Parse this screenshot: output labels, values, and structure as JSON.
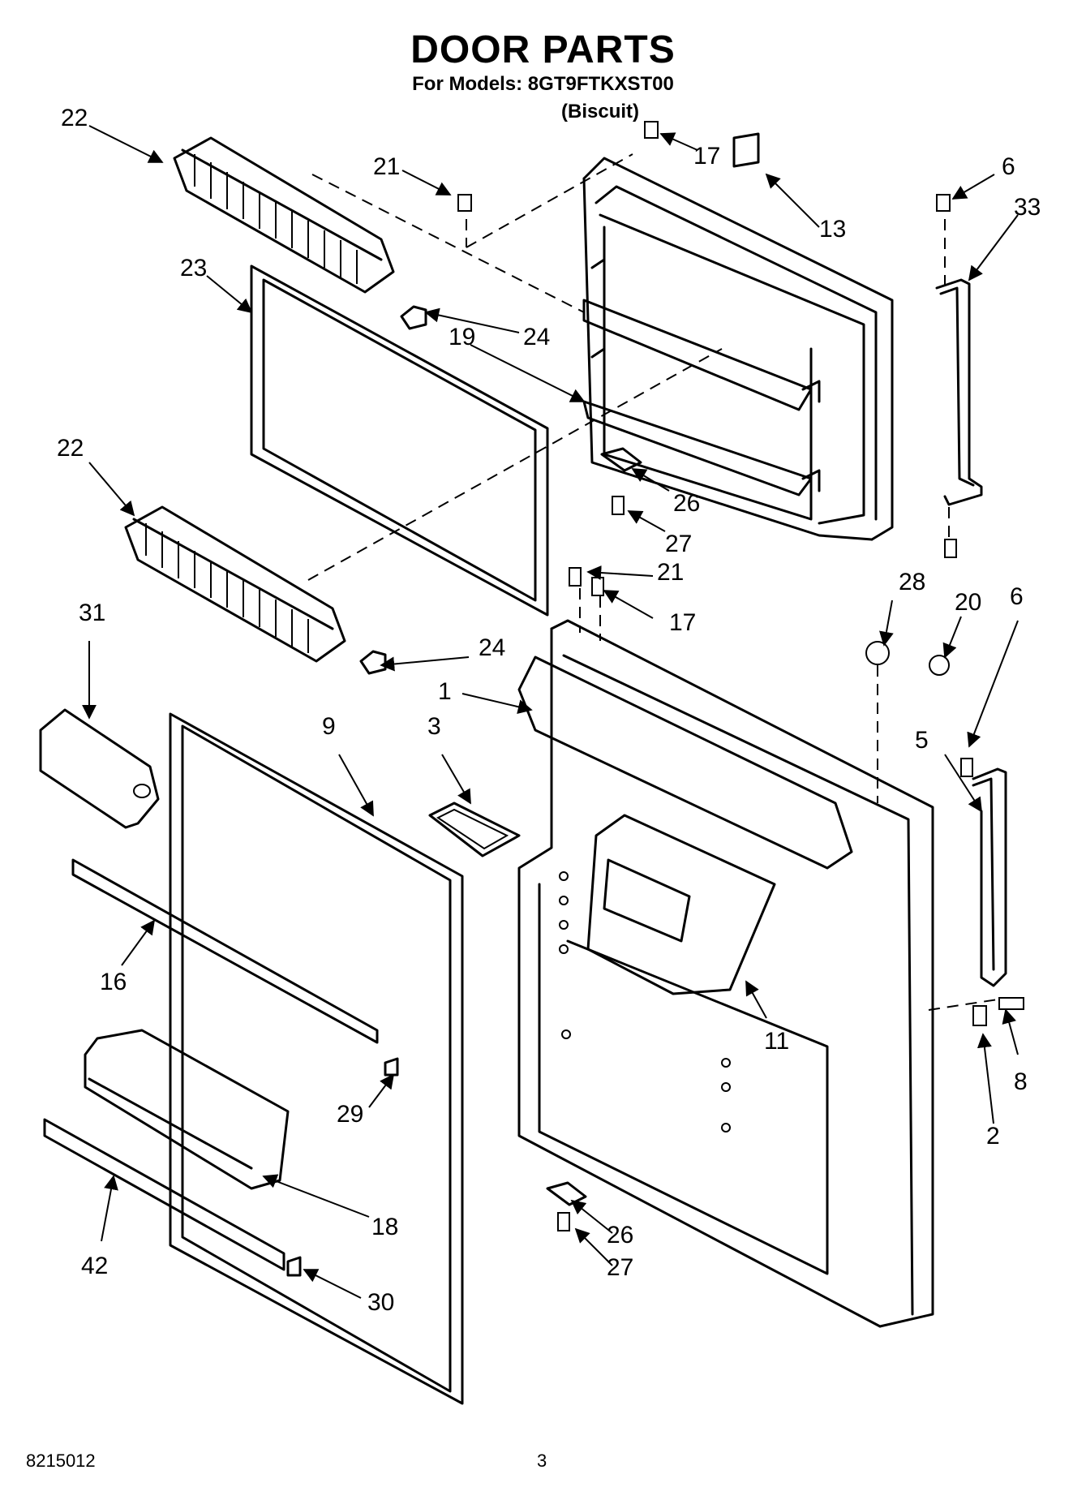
{
  "header": {
    "title": "DOOR PARTS",
    "models_line": "For Models: 8GT9FTKXST00",
    "variant": "(Biscuit)"
  },
  "footer": {
    "doc_number": "8215012",
    "page_number": "3"
  },
  "callouts": {
    "c22a": "22",
    "c21a": "21",
    "c17a": "17",
    "c13": "13",
    "c6a": "6",
    "c33": "33",
    "c23": "23",
    "c24a": "24",
    "c19": "19",
    "c26a": "26",
    "c27a": "27",
    "c22b": "22",
    "c21b": "21",
    "c17b": "17",
    "c28": "28",
    "c20": "20",
    "c6b": "6",
    "c31": "31",
    "c24b": "24",
    "c1": "1",
    "c9": "9",
    "c3": "3",
    "c5": "5",
    "c16": "16",
    "c11": "11",
    "c8": "8",
    "c29": "29",
    "c2": "2",
    "c18": "18",
    "c26b": "26",
    "c27b": "27",
    "c42": "42",
    "c30": "30"
  }
}
